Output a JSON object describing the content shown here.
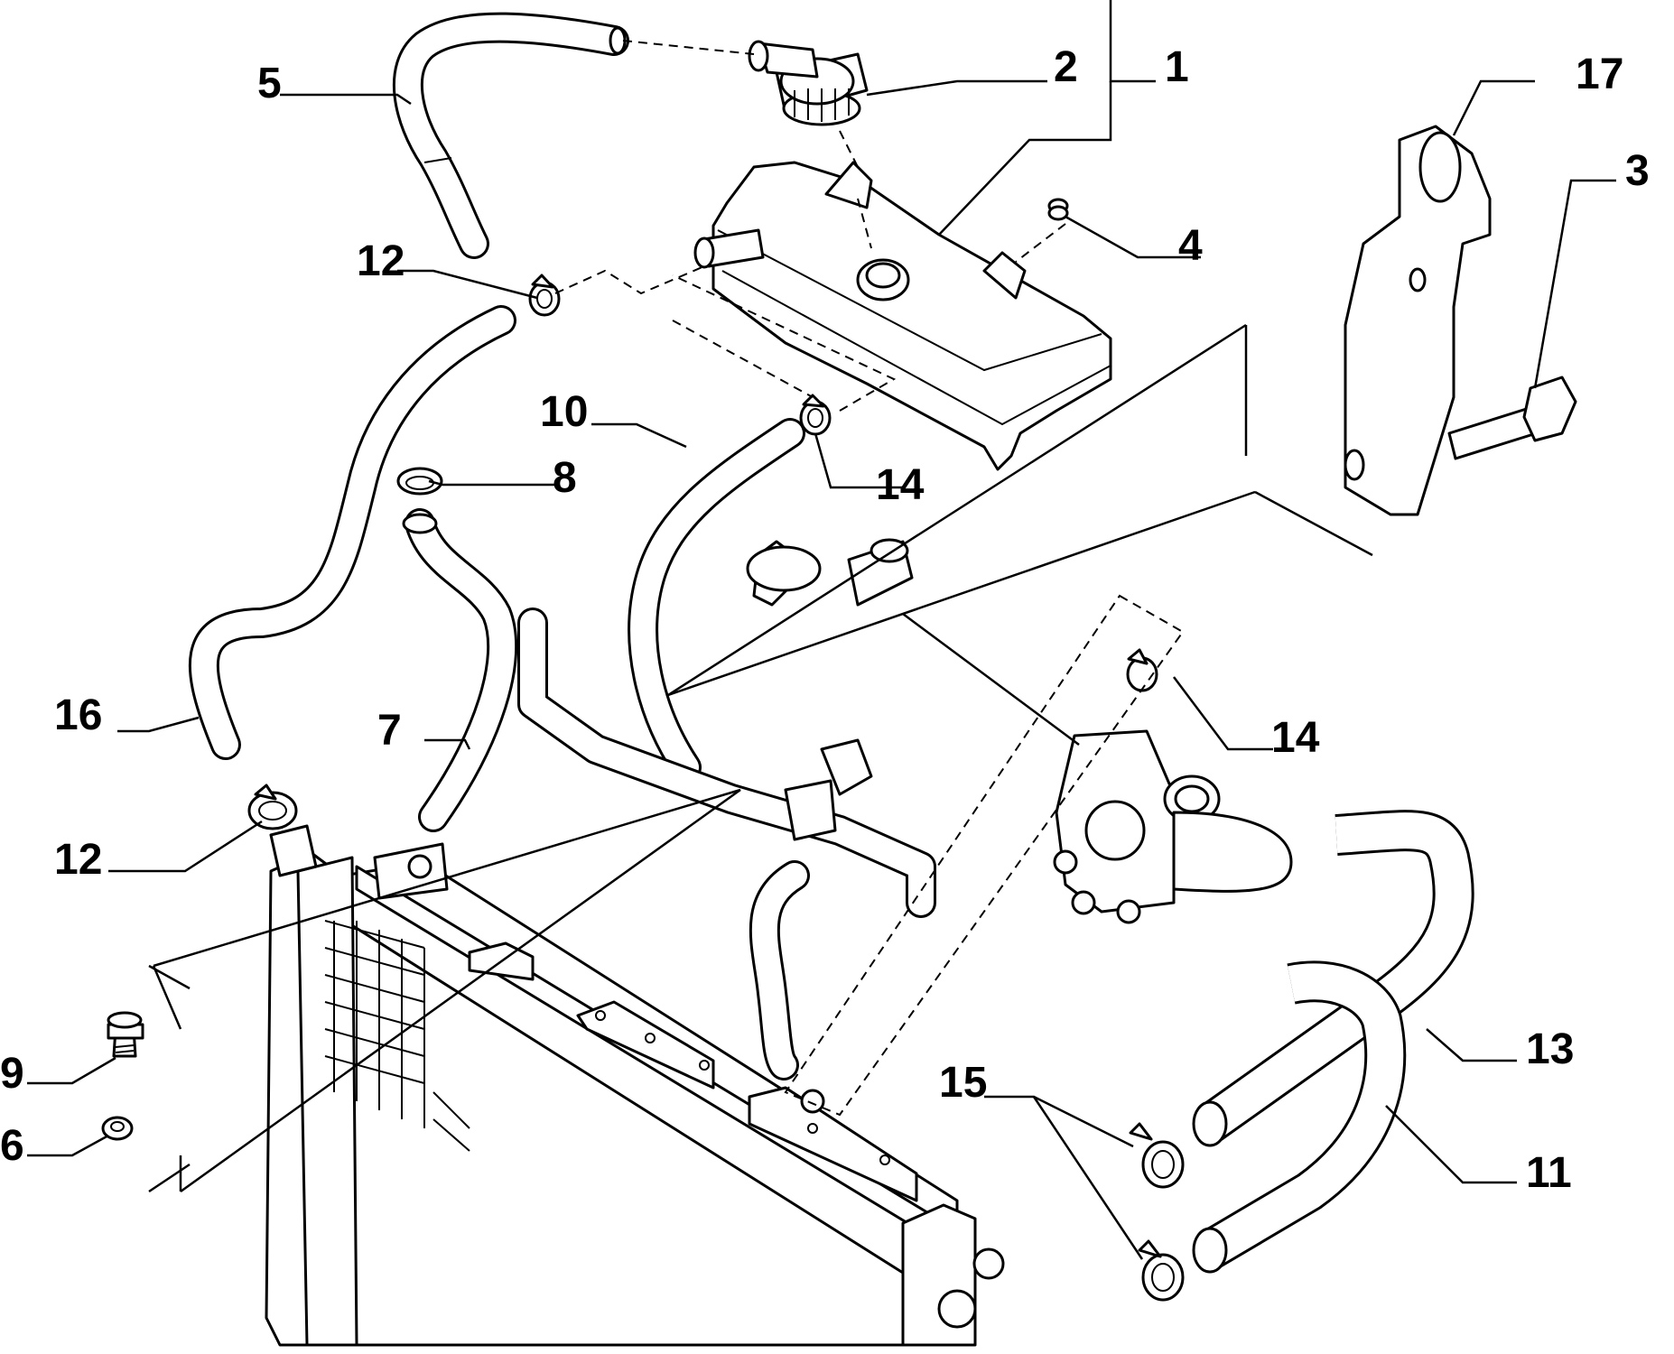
{
  "labels": [
    {
      "id": "1",
      "text": "1"
    },
    {
      "id": "2",
      "text": "2"
    },
    {
      "id": "3",
      "text": "3"
    },
    {
      "id": "4",
      "text": "4"
    },
    {
      "id": "5",
      "text": "5"
    },
    {
      "id": "6",
      "text": "6"
    },
    {
      "id": "7",
      "text": "7"
    },
    {
      "id": "8",
      "text": "8"
    },
    {
      "id": "9",
      "text": "9"
    },
    {
      "id": "10",
      "text": "10"
    },
    {
      "id": "11",
      "text": "11"
    },
    {
      "id": "12a",
      "text": "12"
    },
    {
      "id": "12b",
      "text": "12"
    },
    {
      "id": "13",
      "text": "13"
    },
    {
      "id": "14a",
      "text": "14"
    },
    {
      "id": "14b",
      "text": "14"
    },
    {
      "id": "15",
      "text": "15"
    },
    {
      "id": "16",
      "text": "16"
    },
    {
      "id": "17",
      "text": "17"
    }
  ]
}
